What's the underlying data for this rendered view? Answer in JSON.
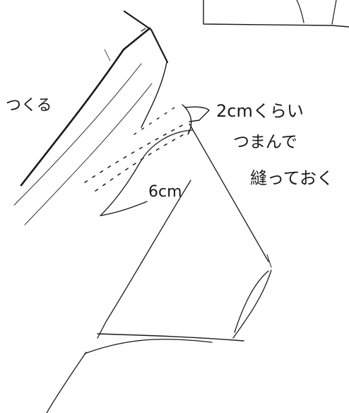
{
  "annotations": {
    "left_note": "つくる",
    "fold_amount": "2cmくらい",
    "instruction_line1": "つまんで",
    "instruction_line2": "縫っておく",
    "measure": "6cm"
  },
  "colors": {
    "ink": "#1a1a1a",
    "paper": "#ffffff"
  }
}
